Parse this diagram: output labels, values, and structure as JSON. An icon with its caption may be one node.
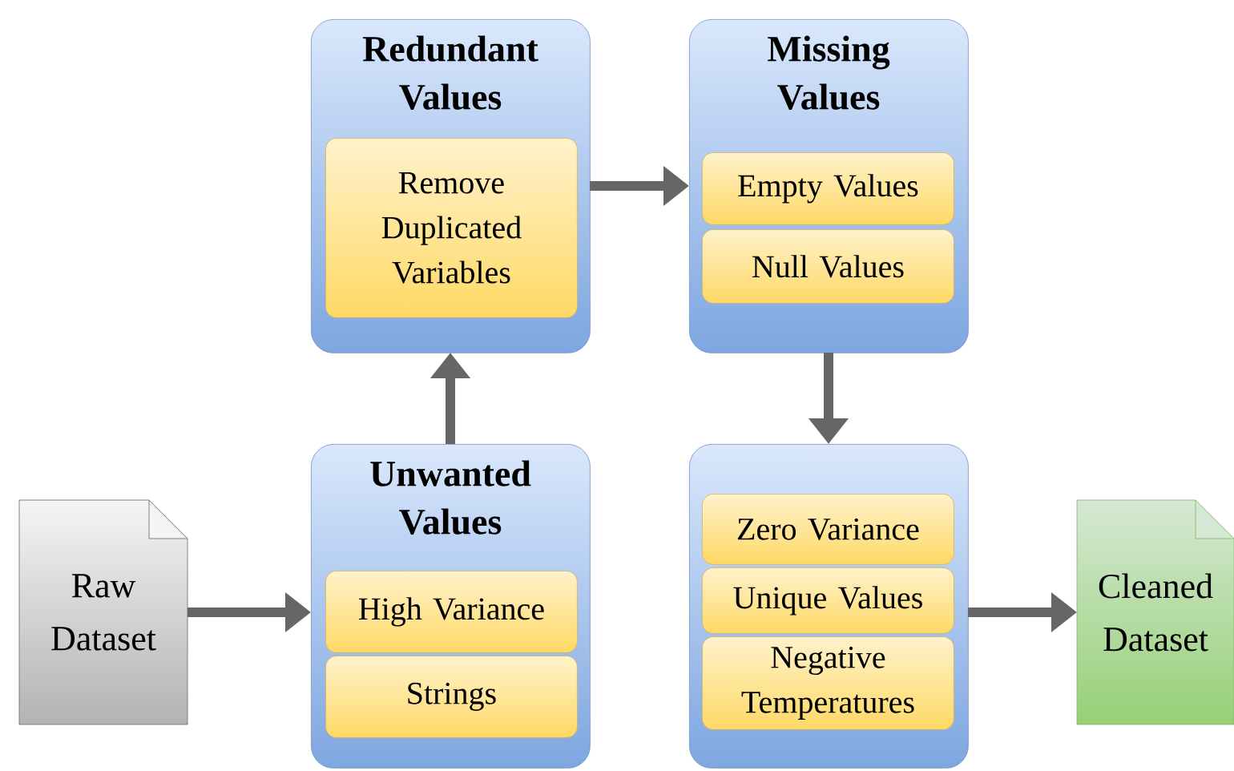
{
  "diagram": {
    "nodes": [
      {
        "text": [
          "Raw Dataset"
        ]
      },
      {
        "text": [
          "Unwanted Values"
        ]
      },
      {
        "text": [
          "High Variance"
        ],
        "in": 1
      },
      {
        "text": [
          "Strings"
        ],
        "in": 1
      },
      {
        "text": [
          "Redundant Values"
        ]
      },
      {
        "text": [
          "Remove Duplicated Variables"
        ],
        "in": 4
      },
      {
        "text": [
          "Missing Values"
        ]
      },
      {
        "text": [
          "Empty Values"
        ],
        "in": 6
      },
      {
        "text": [
          "Null Values"
        ],
        "in": 6
      },
      {
        "text": [],
        "shape": "box"
      },
      {
        "text": [
          "Zero Variance"
        ],
        "in": 9
      },
      {
        "text": [
          "Unique Values"
        ],
        "in": 9
      },
      {
        "text": [
          "Negative Temperatures"
        ],
        "in": 9
      },
      {
        "text": [
          "Cleaned Dataset"
        ]
      }
    ],
    "edges": [
      {
        "from": 0,
        "to": 1,
        "arrow": "to"
      },
      {
        "from": 1,
        "to": 4,
        "arrow": "to"
      },
      {
        "from": 4,
        "to": 6,
        "arrow": "to"
      },
      {
        "from": 6,
        "to": 9,
        "arrow": "to"
      },
      {
        "from": 9,
        "to": 13,
        "arrow": "to"
      }
    ]
  }
}
